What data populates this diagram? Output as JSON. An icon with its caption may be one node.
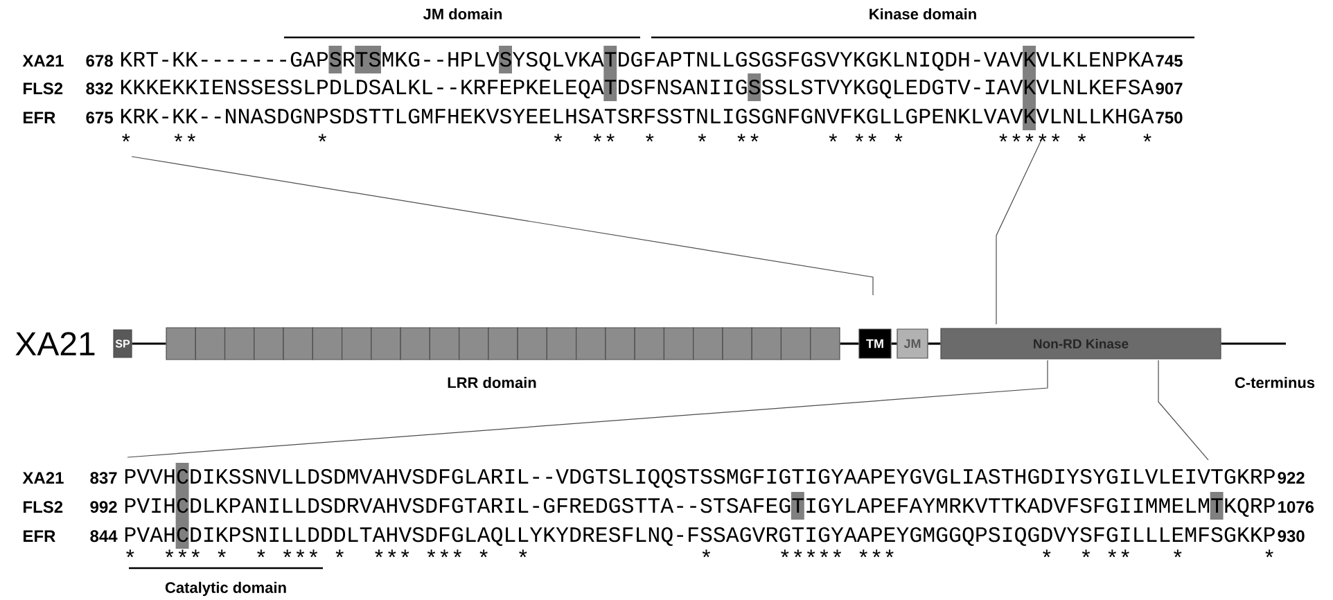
{
  "diagram": {
    "nodes": [
      {
        "text": [
          "SP"
        ]
      },
      {
        "text": [],
        "shape": "box"
      },
      {
        "text": [],
        "shape": "box"
      },
      {
        "text": [],
        "shape": "box"
      },
      {
        "text": [],
        "shape": "box"
      },
      {
        "text": [],
        "shape": "box"
      },
      {
        "text": [],
        "shape": "box"
      },
      {
        "text": [],
        "shape": "box"
      },
      {
        "text": [],
        "shape": "box"
      },
      {
        "text": [],
        "shape": "box"
      },
      {
        "text": [],
        "shape": "box"
      },
      {
        "text": [],
        "shape": "box"
      },
      {
        "text": [],
        "shape": "box"
      },
      {
        "text": [],
        "shape": "box"
      },
      {
        "text": [],
        "shape": "box"
      },
      {
        "text": [],
        "shape": "box"
      },
      {
        "text": [],
        "shape": "box"
      },
      {
        "text": [],
        "shape": "box"
      },
      {
        "text": [],
        "shape": "box"
      },
      {
        "text": [],
        "shape": "box"
      },
      {
        "text": [],
        "shape": "box"
      },
      {
        "text": [],
        "shape": "box"
      },
      {
        "text": [],
        "shape": "box"
      },
      {
        "text": [],
        "shape": "box"
      },
      {
        "text": [
          "TM"
        ]
      },
      {
        "text": [
          "JM"
        ]
      },
      {
        "text": [
          "Non-RD Kinase"
        ]
      }
    ],
    "edges": [
      {
        "from": 0,
        "to": 1,
        "arrow": "none"
      },
      {
        "from": 23,
        "to": 24,
        "arrow": "none"
      },
      {
        "from": 24,
        "to": 25,
        "arrow": "none"
      },
      {
        "from": 25,
        "to": 26,
        "arrow": "none"
      },
      {
        "from": 26,
        "to": null,
        "arrow": "none"
      }
    ],
    "labels": [
      "JM domain",
      "Kinase domain",
      "XA21",
      "678",
      "KRT-KK-------GAPSRTSMKG--HPLVSYSQLVKATDGFAPTNLLGSGSFGSVYKGKLNIQDH-VAVKVLKLENPKA",
      "745",
      "FLS2",
      "832",
      "KKKEKKIENSSESSLPDLDSALKL--KRFEPKELEQATDSFNSANIIGSSSLSTVYKGQLEDGTV-IAVKVLNLKEFSA",
      "907",
      "EFR",
      "675",
      "KRK-KK--NNASDGNPSDSTTLGMFHEKVSYEELHSATSRFSSTNLIGSGNFGNVFKGLLGPENKLVAVKVLNLLKHGA",
      "750",
      "*",
      "*",
      "*",
      "*",
      "*",
      "*",
      "*",
      "*",
      "*",
      "*",
      "*",
      "*",
      "*",
      "*",
      "*",
      "*",
      "*",
      "*",
      "*",
      "*",
      "*",
      "*",
      "XA21",
      "LRR domain",
      "C-terminus",
      "XA21",
      "837",
      "PVVHCDIKSSNVLLDSDMVAHVSDFGLARIL--VDGTSLIQQSTSSMGFIGTIGYAAPEYGVGLIASTHGDIYSYGILVLEIVTGKRP",
      "922",
      "FLS2",
      "992",
      "PVIHCDLKPANILLDSDRVAHVSDFGTARIL-GFREDGSTTA--STSAFEGTIGYLAPEFAYMRKVTTKADVFSFGIIMMELMTKQRP",
      "1076",
      "EFR",
      "844",
      "PVAHCDIKPSNILLDDDLTAHVSDFGLAQLLYKYDRESFLNQ-FSSAGVRGTIGYAAPEYGMGGQPSIQGDVYSFGILLLEMFSGKKP",
      "930",
      "*",
      "*",
      "*",
      "*",
      "*",
      "*",
      "*",
      "*",
      "*",
      "*",
      "*",
      "*",
      "*",
      "*",
      "*",
      "*",
      "*",
      "*",
      "*",
      "*",
      "*",
      "*",
      "*",
      "*",
      "*",
      "*",
      "*",
      "*",
      "*",
      "*",
      "*",
      "*",
      "*",
      "Catalytic domain"
    ]
  }
}
